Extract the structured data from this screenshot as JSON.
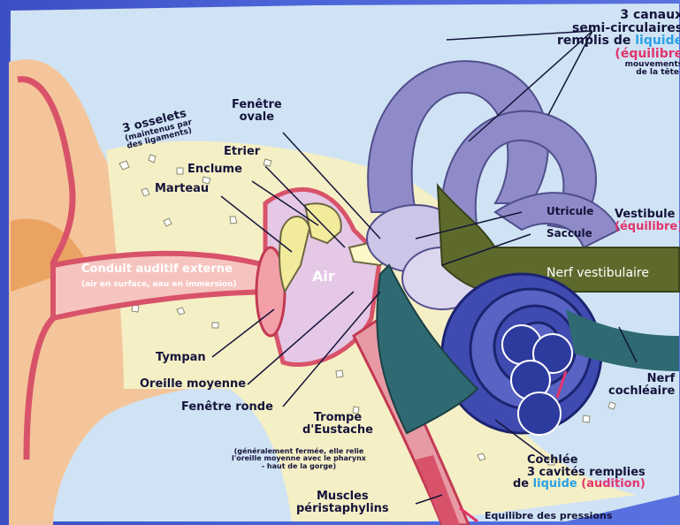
{
  "labels": {
    "canaux_l1": "3 canaux",
    "canaux_l2": "semi-circulaires",
    "canaux_l3": "remplis de",
    "canaux_liquide": "liquide",
    "canaux_equilibre": "(équilibre",
    "canaux_mouvements": "mouvements",
    "canaux_tete": "de la tête)",
    "osselets_title": "3 osselets",
    "osselets_note1": "(maintenus par",
    "osselets_note2": "des ligaments)",
    "fenetre_ovale_l1": "Fenêtre",
    "fenetre_ovale_l2": "ovale",
    "etrier": "Etrier",
    "enclume": "Enclume",
    "marteau": "Marteau",
    "utricule": "Utricule",
    "saccule": "Saccule",
    "vestibule": "Vestibule",
    "vestibule_equilibre": "(équilibre)",
    "nerf_vestibulaire": "Nerf vestibulaire",
    "conduit": "Conduit auditif externe",
    "conduit_note": "(air en surface, eau en immersion)",
    "air": "Air",
    "tympan": "Tympan",
    "oreille_moyenne": "Oreille moyenne",
    "fenetre_ronde": "Fenêtre ronde",
    "trompe_l1": "Trompe",
    "trompe_l2": "d'Eustache",
    "trompe_note1": "(généralement fermée, elle relie",
    "trompe_note2": "l'oreille moyenne avec le pharynx",
    "trompe_note3": "- haut  de la gorge)",
    "nerf_cochleaire_l1": "Nerf",
    "nerf_cochleaire_l2": "cochléaire",
    "cochlee": "Cochlée",
    "cochlee_l2": "3 cavités remplies",
    "cochlee_liquide": "liquide",
    "cochlee_audition": "(audition)",
    "cochlee_de": "de",
    "muscles_l1": "Muscles",
    "muscles_l2": "péristaphylins",
    "equilibre_pressions": "Equilibre des pressions"
  },
  "colors": {
    "background": "#4a63d6",
    "panel": "#cfe3f4",
    "skin": "#f4c59a",
    "canal_red": "#d8536a",
    "bone": "#f5efc6",
    "ossicle": "#f2eb9c",
    "middle_ear": "#e5c8e6",
    "semicircular": "#8f8bc8",
    "vestibule": "#cbc6e8",
    "cochlea": "#3f4bb0",
    "nerve_green": "#5e6a2c",
    "nerve_teal": "#2f6a72",
    "label_blue": "#2aa1e6",
    "label_pink": "#e2356c"
  }
}
